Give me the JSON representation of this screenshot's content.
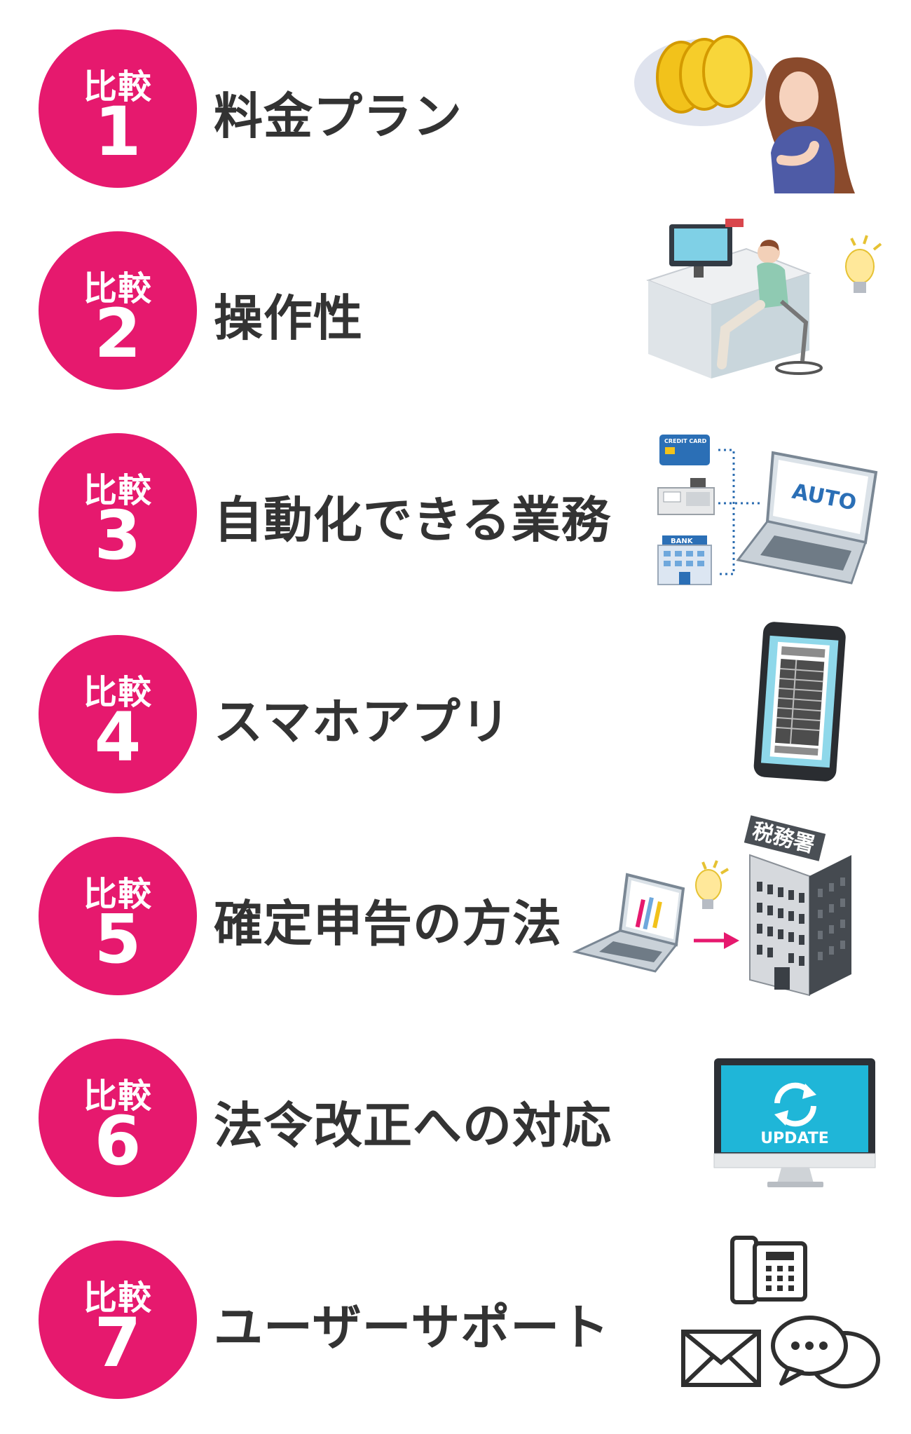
{
  "badge_label": "比較",
  "items": [
    {
      "number": "1",
      "title": "料金プラン",
      "icon": "coins-woman-illustration"
    },
    {
      "number": "2",
      "title": "操作性",
      "icon": "desk-computer-illustration"
    },
    {
      "number": "3",
      "title": "自動化できる業務",
      "icon": "auto-laptop-illustration"
    },
    {
      "number": "4",
      "title": "スマホアプリ",
      "icon": "smartphone-illustration"
    },
    {
      "number": "5",
      "title": "確定申告の方法",
      "icon": "tax-office-illustration"
    },
    {
      "number": "6",
      "title": "法令改正への対応",
      "icon": "update-monitor-illustration"
    },
    {
      "number": "7",
      "title": "ユーザーサポート",
      "icon": "support-contact-illustration"
    }
  ],
  "labels": {
    "credit_card": "CREDIT CARD",
    "bank": "BANK",
    "auto": "AUTO",
    "tax_office": "税務署",
    "update": "UPDATE"
  },
  "colors": {
    "accent": "#e6196e",
    "text": "#333333",
    "screen": "#1fb6d8",
    "dotted_line": "#2b6cb0"
  }
}
